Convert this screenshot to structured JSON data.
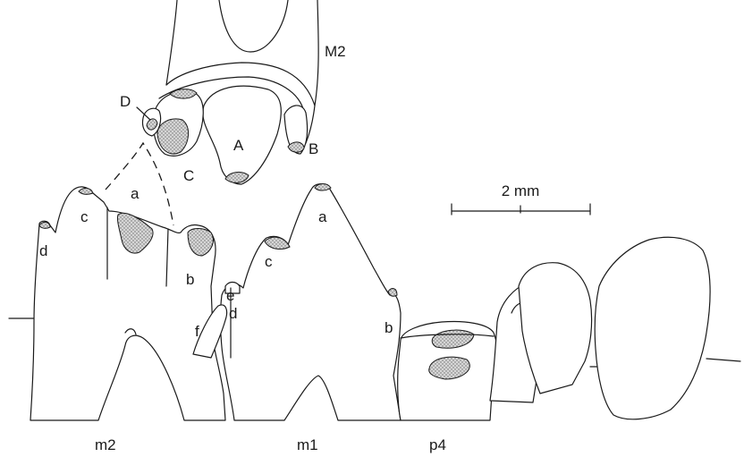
{
  "upper_molar": {
    "label": "M2",
    "cusps": {
      "A": "A",
      "B": "B",
      "C": "C",
      "D": "D"
    }
  },
  "lower_teeth": {
    "m2": {
      "label": "m2",
      "cusps": {
        "a": "a",
        "b": "b",
        "c": "c",
        "d": "d"
      }
    },
    "m1": {
      "label": "m1",
      "cusps": {
        "a": "a",
        "b": "b",
        "c": "c",
        "d": "d",
        "e": "e",
        "f": "f"
      }
    },
    "p4": {
      "label": "p4"
    }
  },
  "scale_bar": {
    "label": "2 mm"
  },
  "colors": {
    "ink": "#1a1a1a",
    "wear_fill": "#c8c8c8",
    "background": "#ffffff"
  }
}
